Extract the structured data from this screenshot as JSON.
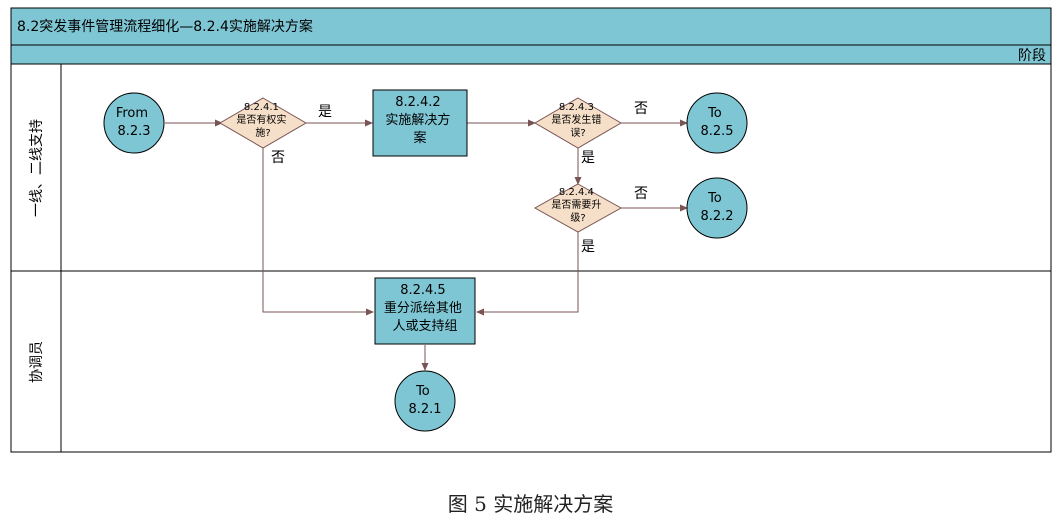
{
  "header": {
    "title": "8.2突发事件管理流程细化—8.2.4实施解决方案",
    "phase_label": "阶段"
  },
  "lanes": [
    {
      "id": "lane-line",
      "label": "一线、二线支持"
    },
    {
      "id": "lane-coordinator",
      "label": "协调员"
    }
  ],
  "nodes": {
    "from_823": {
      "lines": [
        "From",
        "8.2.3"
      ]
    },
    "d_8241": {
      "lines": [
        "8.2.4.1",
        "是否有权实",
        "施?"
      ]
    },
    "p_8242": {
      "lines": [
        "8.2.4.2",
        "实施解决方",
        "案"
      ]
    },
    "d_8243": {
      "lines": [
        "8.2.4.3",
        "是否发生错",
        "误?"
      ]
    },
    "to_825": {
      "lines": [
        "To",
        "8.2.5"
      ]
    },
    "d_8244": {
      "lines": [
        "8.2.4.4",
        "是否需要升",
        "级?"
      ]
    },
    "to_822": {
      "lines": [
        "To",
        "8.2.2"
      ]
    },
    "p_8245": {
      "lines": [
        "8.2.4.5",
        "重分派给其他",
        "人或支持组"
      ]
    },
    "to_821": {
      "lines": [
        "To",
        "8.2.1"
      ]
    }
  },
  "edge_labels": {
    "d8241_yes": "是",
    "d8241_no": "否",
    "d8243_no": "否",
    "d8243_yes": "是",
    "d8244_no": "否",
    "d8244_yes": "是"
  },
  "colors": {
    "header_fill": "#7fc6d4",
    "node_fill": "#7fc6d4",
    "decision_fill": "#f6dfc9",
    "line": "#000000",
    "edge": "#7a5454"
  },
  "caption": "图 5 实施解决方案"
}
